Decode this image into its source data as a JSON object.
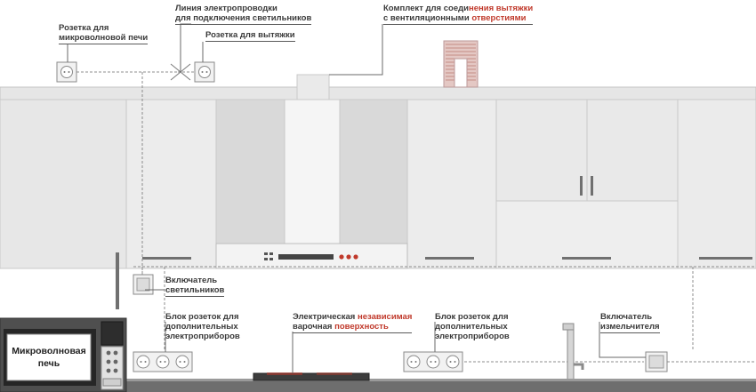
{
  "labels": {
    "microwave_socket": [
      "Розетка для",
      "микроволновой печи"
    ],
    "wiring_line": [
      "Линия электропроводки",
      "для подключения светильников"
    ],
    "hood_socket": "Розетка для вытяжки",
    "hood_kit": {
      "line1_a": "Комплект для соеди",
      "line1_b": "нения вытяжки",
      "line2_a": "с вентиляционными ",
      "line2_b": "отверстиями"
    },
    "light_switch": [
      "Включатель",
      "светильников"
    ],
    "socket_block_left": [
      "Блок розеток для",
      "дополнительных",
      "электроприборов"
    ],
    "cooktop": {
      "line1_a": "Электрическая ",
      "line1_b": "независимая",
      "line2_a": "варочная ",
      "line2_b": "поверхность"
    },
    "socket_block_right": [
      "Блок розеток для",
      "дополнительных",
      "электроприборов"
    ],
    "grinder_switch": [
      "Включатель",
      "измельчителя"
    ],
    "microwave": [
      "Микроволновая",
      "печь"
    ]
  },
  "colors": {
    "cabinet": "#e9e9e9",
    "cabinet_dark": "#d2d2d2",
    "outline": "#b5b5b5",
    "highlight_text": "#c0392b",
    "hood_display": "#c0392b"
  }
}
